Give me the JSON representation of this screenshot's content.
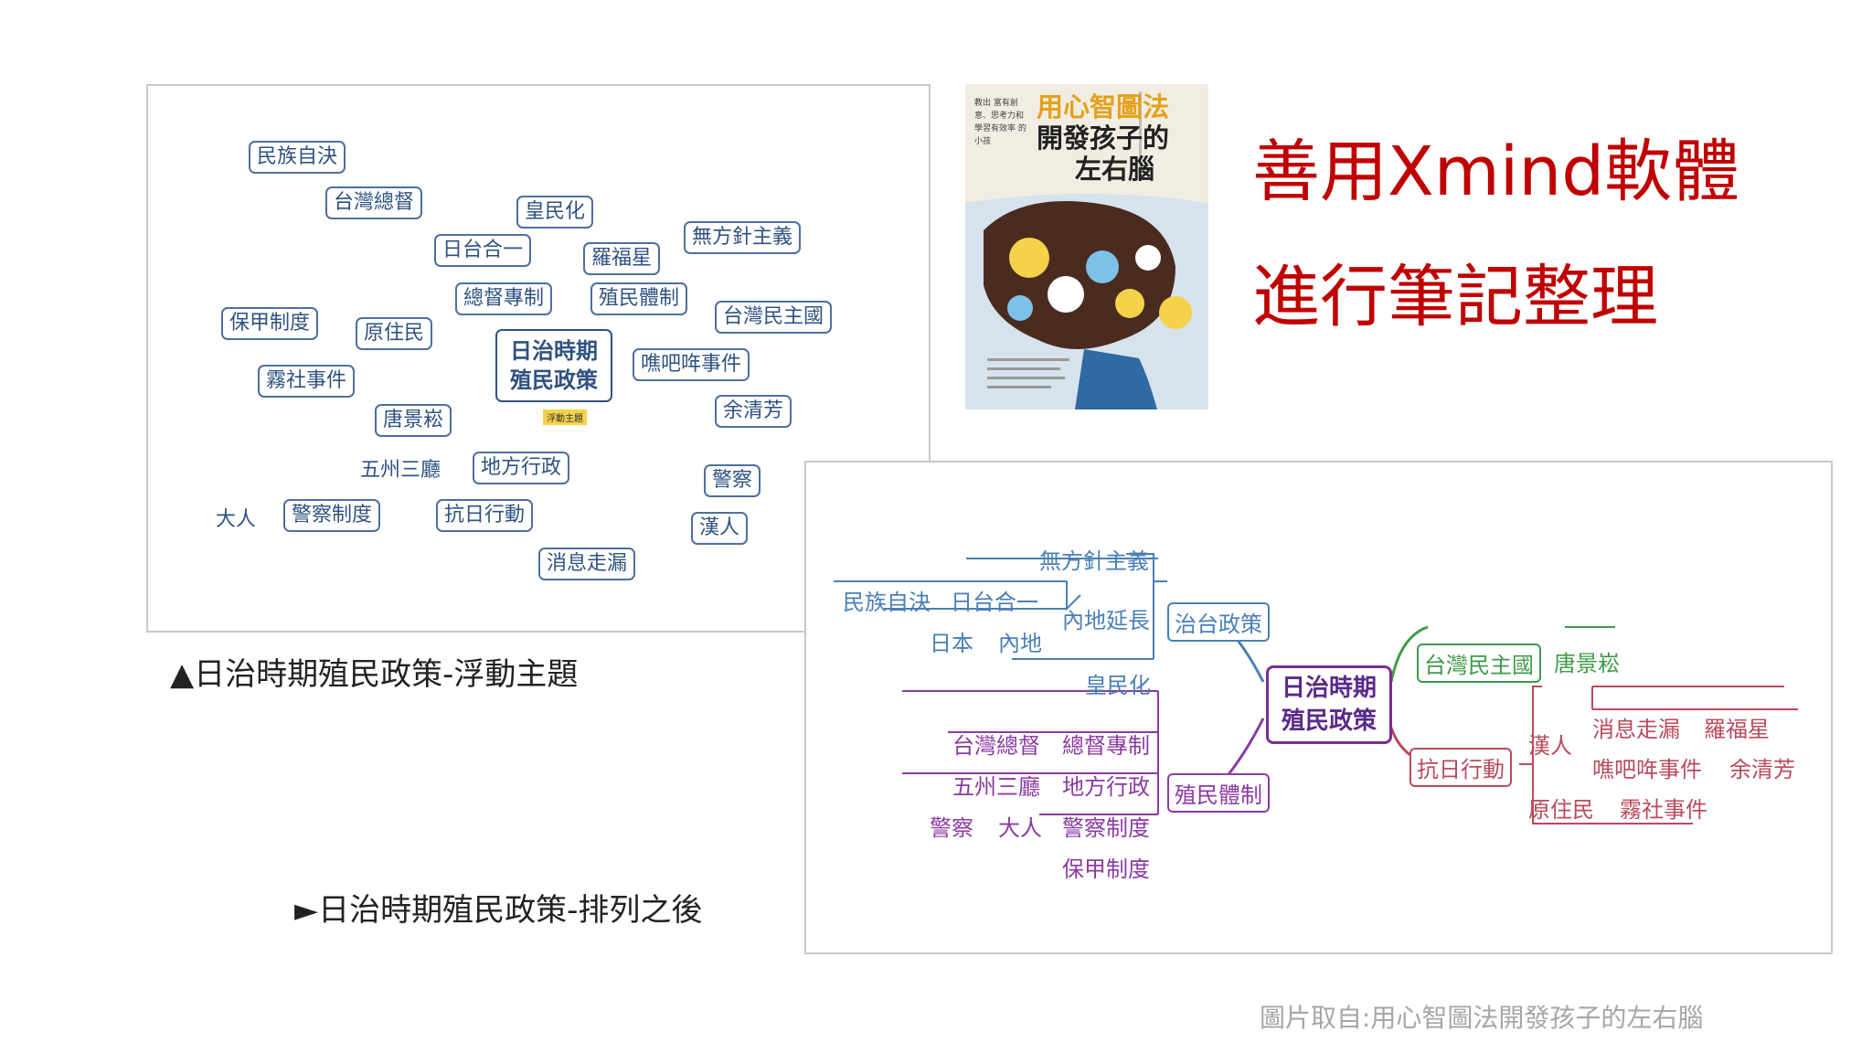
{
  "title": {
    "line1": "善用Xmind軟體",
    "line2": "進行筆記整理"
  },
  "caption_top": "▲日治時期殖民政策-浮動主題",
  "caption_bottom": "►日治時期殖民政策-排列之後",
  "credit": "圖片取自:用心智圖法開發孩子的左右腦",
  "book": {
    "title_line1": "用心智圖法",
    "title_line2": "開發孩子的",
    "title_line3": "左右腦",
    "blurb": "教出 富有創意、思考力和 學習有效率 的小孩"
  },
  "floating_map": {
    "main": "日治時期\n殖民政策",
    "tag": "浮動主題",
    "nodes": [
      "民族自決",
      "台灣總督",
      "皇民化",
      "日台合一",
      "羅福星",
      "無方針主義",
      "總督專制",
      "殖民體制",
      "台灣民主國",
      "保甲制度",
      "原住民",
      "噍吧哖事件",
      "霧社事件",
      "唐景崧",
      "余清芳",
      "地方行政",
      "警察",
      "警察制度",
      "抗日行動",
      "漢人",
      "消息走漏"
    ],
    "plain": [
      "五州三廳",
      "大人"
    ]
  },
  "arranged_map": {
    "center": "日治時期\n殖民政策",
    "left_top": {
      "branch": "治台政策",
      "items": [
        "無方針主義",
        "民族自決",
        "日台合一",
        "內地延長",
        "日本",
        "內地",
        "皇民化"
      ]
    },
    "left_bottom": {
      "branch": "殖民體制",
      "items": [
        "台灣總督",
        "總督專制",
        "五州三廳",
        "地方行政",
        "警察",
        "大人",
        "警察制度",
        "保甲制度"
      ]
    },
    "right_top": {
      "branch": "台灣民主國",
      "items": [
        "唐景崧"
      ]
    },
    "right_bottom": {
      "branch": "抗日行動",
      "items": [
        "漢人",
        "消息走漏",
        "羅福星",
        "噍吧哖事件",
        "余清芳",
        "原住民",
        "霧社事件"
      ]
    }
  },
  "colors": {
    "title": "#c00000",
    "blue": "#4a7fb6",
    "green": "#3f9a4a",
    "red": "#b94a5d",
    "purple": "#8a3ba1"
  }
}
